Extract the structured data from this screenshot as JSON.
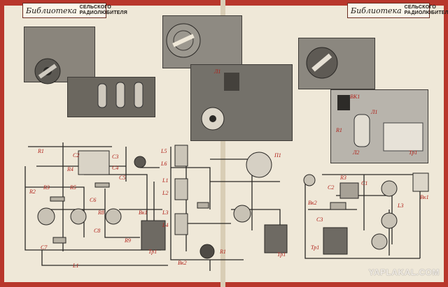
{
  "masthead": {
    "logo_text": "Библиотека",
    "title_line1": "СЕЛЬСКОГО",
    "title_line2": "РАДИОЛЮБИТЕЛЯ"
  },
  "watermark": "YAPLAKAL.COM",
  "labels": {
    "left": [
      "R1",
      "C2",
      "C3",
      "C4",
      "R2",
      "R3",
      "R4",
      "R5",
      "C5",
      "C6",
      "C7",
      "C8",
      "L1",
      "R8",
      "R9",
      "Тр1",
      "Вк1",
      "L5",
      "L6"
    ],
    "middle": [
      "Л1",
      "L1",
      "L2",
      "L3",
      "L4",
      "Вк2",
      "П1",
      "Тр1",
      "R1"
    ],
    "right": [
      "ВК1",
      "Л1",
      "R1",
      "Тр1",
      "Л2",
      "C1",
      "C2",
      "R3",
      "C3",
      "Вк1",
      "L3",
      "Тр1",
      "Вк2"
    ]
  },
  "colors": {
    "background": "#b8372c",
    "paper": "#efe8d8",
    "ink": "#1f1a17",
    "label_red": "#b02018"
  }
}
